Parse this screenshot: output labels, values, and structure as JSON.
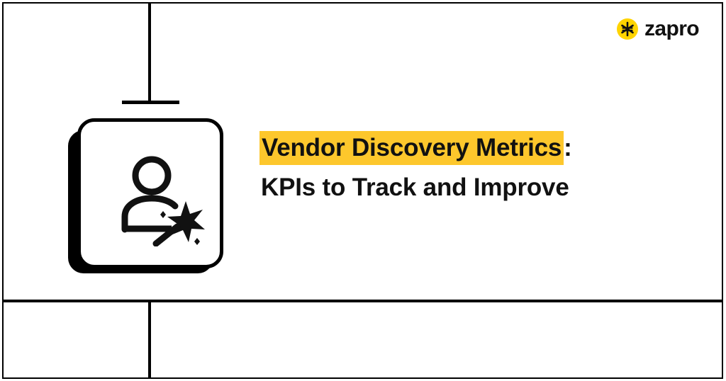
{
  "brand": {
    "name": "zapro",
    "mark_icon": "asterisk-star-icon",
    "mark_bg": "#FFD400",
    "text_color": "#111111"
  },
  "headline": {
    "line1": "Vendor Discovery Metrics:",
    "line1_highlighted": "Vendor Discovery Metrics",
    "line1_trailing": ":",
    "line2": "KPIs to Track and Improve",
    "highlight_color": "#FDC72C",
    "text_color": "#111111"
  },
  "icon_card": {
    "icon": "person-with-magic-wand-icon",
    "shadow_color": "#000000",
    "border_color": "#000000",
    "background": "#ffffff"
  },
  "frame": {
    "hanger_icon": "hanging-sign-bar",
    "border_color": "#000000"
  }
}
